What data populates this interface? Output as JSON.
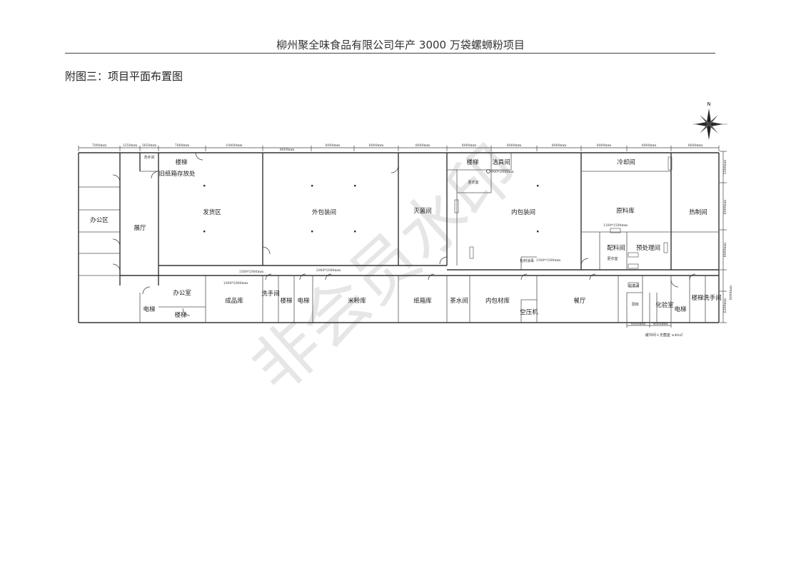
{
  "header": {
    "title": "柳州聚全味食品有限公司年产 3000 万袋螺蛳粉项目"
  },
  "caption": "附图三：项目平面布置图",
  "watermark": "非会员水印",
  "compass": {
    "north": "N"
  },
  "dimensions_top": [
    "7000mm",
    "3250mm",
    "3650mm",
    "7800mm",
    "10400mm",
    "8600mm",
    "8000mm",
    "8000mm",
    "8000mm",
    "8000mm",
    "8000mm",
    "8000mm",
    "8000mm",
    "8000mm",
    "8600mm"
  ],
  "dimensions_right": [
    "5500mm",
    "6000mm",
    "6000mm",
    "6200mm",
    "8000mm"
  ],
  "dimensions_bottom": [
    "4000mm",
    "4000mm"
  ],
  "rooms": {
    "r1": "办公区",
    "r2": "展厅",
    "r3": "洗手间",
    "r4": "楼梯",
    "r5": "旧纸箱存放处",
    "r6": "发货区",
    "r7": "外包装间",
    "r8": "灭菌间",
    "r9": "楼梯",
    "r10": "洁具间",
    "r11": "更衣室",
    "r12": "内包装间",
    "r13": "冷却间",
    "r14": "原料库",
    "r15": "热制间",
    "r16": "配料间",
    "r17": "预处理间",
    "r18": "更衣室",
    "r19": "电梯",
    "r20": "办公室",
    "r21": "楼梯",
    "r22": "成品库",
    "r23": "洗手间",
    "r24": "楼梯",
    "r25": "电梯",
    "r26": "米粉库",
    "r27": "纸箱库",
    "r28": "茶水间",
    "r29": "内包材库",
    "r30": "空压机",
    "r31": "餐厅",
    "r32": "检菜间",
    "r33": "厨房",
    "r34": "化验室",
    "r35": "电梯",
    "r36": "楼梯",
    "r37": "洗手间",
    "r38": "包材消毒"
  },
  "notes": {
    "bottom": "缓冲间＋无菌室 ≥40㎡"
  },
  "door_labels": [
    "1500*2000mm",
    "1000*2000mm",
    "2000*2000mm",
    "900*2000mm",
    "1500*1500mm",
    "1200*1500mm"
  ]
}
